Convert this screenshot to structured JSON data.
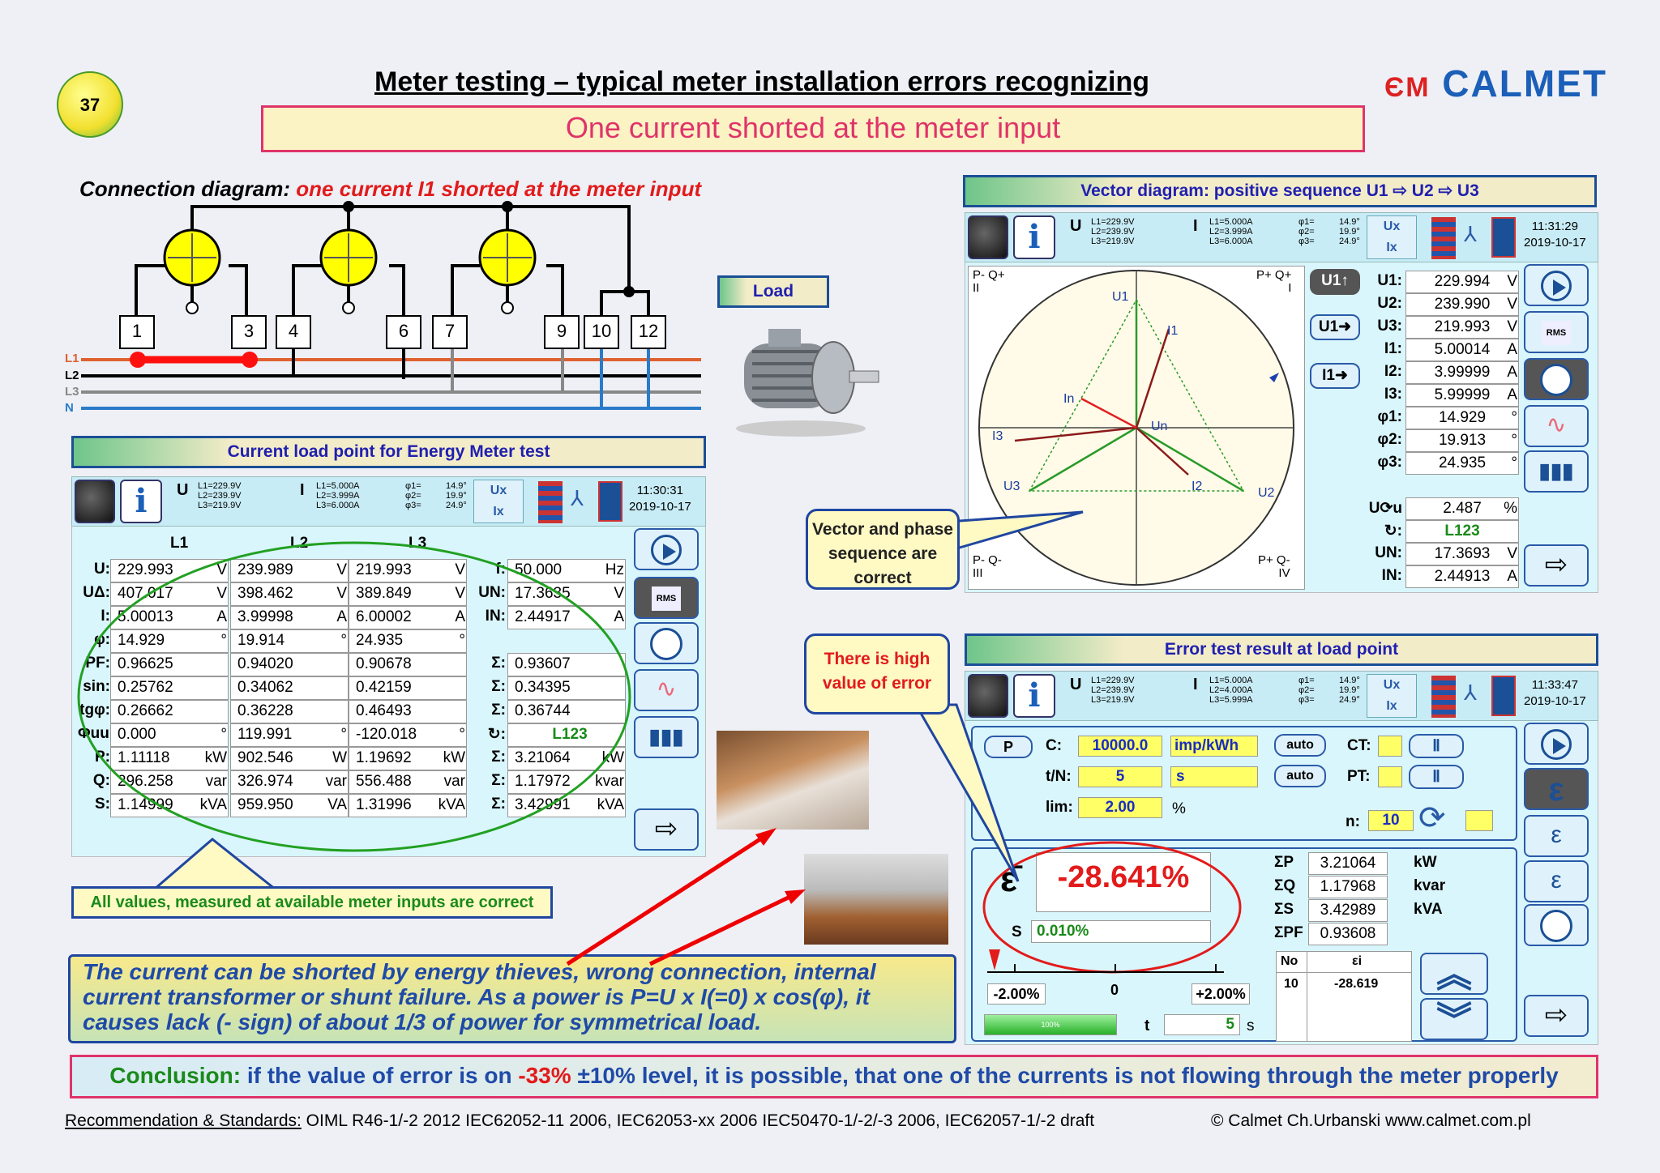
{
  "page": {
    "number": "37",
    "title": "Meter testing – typical meter installation errors recognizing",
    "subtitle": "One current shorted at the meter input",
    "logo": "CALMET"
  },
  "connection": {
    "label": "Connection diagram:",
    "desc": "one current I1 shorted at the meter input",
    "terminals": [
      "1",
      "3",
      "4",
      "6",
      "7",
      "9",
      "10",
      "12"
    ],
    "phases": [
      "L1",
      "L2",
      "L3",
      "N"
    ],
    "load": "Load"
  },
  "vector": {
    "header": "Vector diagram: positive sequence U1 ⇨ U2 ⇨ U3",
    "time": "11:31:29",
    "date": "2019-10-17",
    "quad_tl": "P- Q+",
    "quad_tl2": "II",
    "quad_tr": "P+ Q+",
    "quad_tr2": "I",
    "quad_bl": "P- Q-",
    "quad_bl2": "III",
    "quad_br": "P+ Q-",
    "quad_br2": "IV",
    "labels": {
      "U1": "U1",
      "U2": "U2",
      "U3": "U3",
      "I1": "I1",
      "I2": "I2",
      "I3": "I3",
      "In": "In",
      "Un": "Un"
    },
    "btns": [
      "U1↑",
      "U1➜",
      "I1➜"
    ],
    "values": [
      [
        "U1:",
        "229.994",
        "V"
      ],
      [
        "U2:",
        "239.990",
        "V"
      ],
      [
        "U3:",
        "219.993",
        "V"
      ],
      [
        "I1:",
        "5.00014",
        "A"
      ],
      [
        "I2:",
        "3.99999",
        "A"
      ],
      [
        "I3:",
        "5.99999",
        "A"
      ],
      [
        "φ1:",
        "14.929",
        "°"
      ],
      [
        "φ2:",
        "19.913",
        "°"
      ],
      [
        "φ3:",
        "24.935",
        "°"
      ]
    ],
    "extra": [
      [
        "U⟳u",
        "2.487",
        "%"
      ],
      [
        "↻:",
        "L123",
        ""
      ],
      [
        "UN:",
        "17.3693",
        "V"
      ],
      [
        "IN:",
        "2.44913",
        "A"
      ]
    ]
  },
  "load_hdr": "Current load point for Energy Meter test",
  "load": {
    "time": "11:30:31",
    "date": "2019-10-17",
    "cols": [
      "L1",
      "L2",
      "L3"
    ],
    "rows": [
      {
        "n": "U:",
        "v": [
          "229.993",
          "239.989",
          "219.993"
        ],
        "u": [
          "V",
          "V",
          "V"
        ],
        "s": "f:",
        "sv": "50.000",
        "su": "Hz"
      },
      {
        "n": "UΔ:",
        "v": [
          "407.017",
          "398.462",
          "389.849"
        ],
        "u": [
          "V",
          "V",
          "V"
        ],
        "s": "UN:",
        "sv": "17.3635",
        "su": "V"
      },
      {
        "n": "I:",
        "v": [
          "5.00013",
          "3.99998",
          "6.00002"
        ],
        "u": [
          "A",
          "A",
          "A"
        ],
        "s": "IN:",
        "sv": "2.44917",
        "su": "A"
      },
      {
        "n": "φ:",
        "v": [
          "14.929",
          "19.914",
          "24.935"
        ],
        "u": [
          "°",
          "°",
          "°"
        ],
        "s": "",
        "sv": "",
        "su": ""
      },
      {
        "n": "PF:",
        "v": [
          "0.96625",
          "0.94020",
          "0.90678"
        ],
        "u": [
          "",
          "",
          ""
        ],
        "s": "Σ:",
        "sv": "0.93607",
        "su": ""
      },
      {
        "n": "sin:",
        "v": [
          "0.25762",
          "0.34062",
          "0.42159"
        ],
        "u": [
          "",
          "",
          ""
        ],
        "s": "Σ:",
        "sv": "0.34395",
        "su": ""
      },
      {
        "n": "tgφ:",
        "v": [
          "0.26662",
          "0.36228",
          "0.46493"
        ],
        "u": [
          "",
          "",
          ""
        ],
        "s": "Σ:",
        "sv": "0.36744",
        "su": ""
      },
      {
        "n": "Φuu:",
        "v": [
          "0.000",
          "119.991",
          "-120.018"
        ],
        "u": [
          "°",
          "°",
          "°"
        ],
        "s": "↻:",
        "sv": "L123",
        "su": ""
      },
      {
        "n": "P:",
        "v": [
          "1.11118",
          "902.546",
          "1.19692"
        ],
        "u": [
          "kW",
          "W",
          "kW"
        ],
        "s": "Σ:",
        "sv": "3.21064",
        "su": "kW"
      },
      {
        "n": "Q:",
        "v": [
          "296.258",
          "326.974",
          "556.488"
        ],
        "u": [
          "var",
          "var",
          "var"
        ],
        "s": "Σ:",
        "sv": "1.17972",
        "su": "kvar"
      },
      {
        "n": "S:",
        "v": [
          "1.14999",
          "959.950",
          "1.31996"
        ],
        "u": [
          "kVA",
          "VA",
          "kVA"
        ],
        "s": "Σ:",
        "sv": "3.42991",
        "su": "kVA"
      }
    ]
  },
  "status_u": [
    "L1=229.9V",
    "L2=239.9V",
    "L3=219.9V"
  ],
  "status_i": [
    "L1=5.000A",
    "L2=3.999A",
    "L3=6.000A"
  ],
  "status_i2": [
    "L1=5.000A",
    "L2=4.000A",
    "L3=5.999A"
  ],
  "status_phi": [
    "φ1=",
    "φ2=",
    "φ3="
  ],
  "status_phiv": [
    "14.9°",
    "19.9°",
    "24.9°"
  ],
  "callouts": {
    "vector": "Vector and phase sequence are correct",
    "error": "There is high value of error",
    "allvals": "All values, measured at available meter inputs are correct",
    "note": "The current can be shorted by energy thieves, wrong connection, internal current transformer or shunt failure. As a power is P=U x I(=0) x cos(φ), it causes lack (- sign) of about 1/3 of power for symmetrical load."
  },
  "error": {
    "header": "Error test result at load point",
    "time": "11:33:47",
    "date": "2019-10-17",
    "p": "P",
    "c_lbl": "C:",
    "c": "10000.0",
    "c_unit": "imp/kWh",
    "tn_lbl": "t/N:",
    "tn": "5",
    "tn_unit": "s",
    "lim_lbl": "lim:",
    "lim": "2.00",
    "lim_unit": "%",
    "auto1": "auto",
    "auto2": "auto",
    "ct": "CT:",
    "pt": "PT:",
    "n_lbl": "n:",
    "n": "10",
    "eps": "-28.641%",
    "s_lbl": "S",
    "s": "0.010%",
    "scale_l": "-2.00%",
    "scale_m": "0",
    "scale_r": "+2.00%",
    "bar": "100%",
    "t_lbl": "t",
    "t": "5",
    "t_unit": "s",
    "sums": [
      [
        "ΣP",
        "3.21064",
        "kW"
      ],
      [
        "ΣQ",
        "1.17968",
        "kvar"
      ],
      [
        "ΣS",
        "3.42989",
        "kVA"
      ],
      [
        "ΣPF",
        "0.93608",
        ""
      ]
    ],
    "tbl_h": [
      "No",
      "εi"
    ],
    "tbl_r": [
      "10",
      "-28.619"
    ]
  },
  "conclusion": {
    "a": "Conclusion:",
    "b": "if the value of error is on",
    "c": "-33%",
    "d": "±10%",
    "e": "level, it is possible, that one of the currents is not flowing through the meter properly"
  },
  "footer": {
    "rec": "Recommendation & Standards:",
    "std": "OIML R46-1/-2 2012   IEC62052-11 2006, IEC62053-xx 2006   IEC50470-1/-2/-3 2006, IEC62057-1/-2 draft",
    "copy": "© Calmet Ch.Urbanski   www.calmet.com.pl"
  }
}
